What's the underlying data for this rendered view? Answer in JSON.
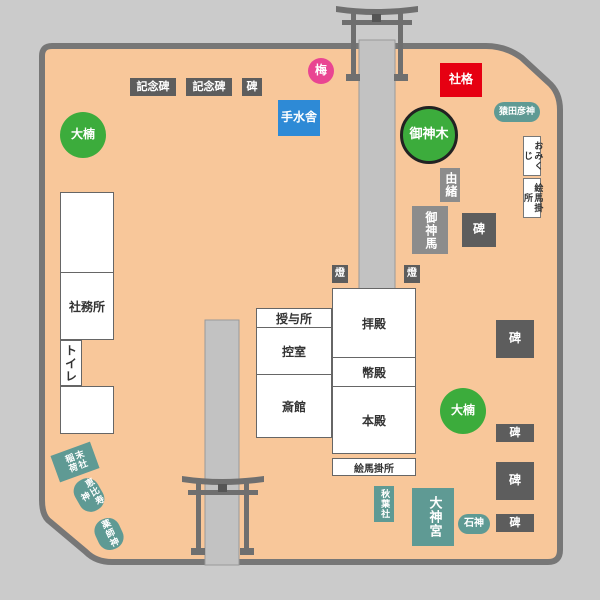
{
  "labels": {
    "kinenhi_1": "記念碑",
    "kinenhi_2": "記念碑",
    "hi_top": "碑",
    "ume": "梅",
    "shakaku": "社格",
    "sarutahiko": "猿田彦神",
    "okusu_left": "大楠",
    "chozuya": "手水舎",
    "goshinboku": "御神木",
    "omikuji": "おみくじ",
    "emakake_top": "絵馬掛所",
    "yuisho": "由緒",
    "goshinme": "御神馬",
    "hi_mid": "碑",
    "shamusho": "社務所",
    "toire": "トイレ",
    "toro_left": "燈",
    "toro_right": "燈",
    "juyosho": "授与所",
    "hikaeshitsu": "控室",
    "saikan": "斎館",
    "haiden": "拝殿",
    "heiden": "幣殿",
    "honden": "本殿",
    "emakakesho": "絵馬掛所",
    "hi_right_1": "碑",
    "okusu_right": "大楠",
    "hi_right_2": "碑",
    "hi_right_3": "碑",
    "hi_right_4": "碑",
    "ishigami": "石神",
    "akiba": "秋葉社",
    "daijingu": "大神宮",
    "teal_1": "末社稲荷",
    "teal_2": "恵比寿神",
    "teal_3": "薬師神"
  },
  "colors": {
    "ground": "#f8c79a",
    "ground_border": "#777777",
    "path": "#c2c2c2",
    "torii": "#6f6f6f"
  }
}
